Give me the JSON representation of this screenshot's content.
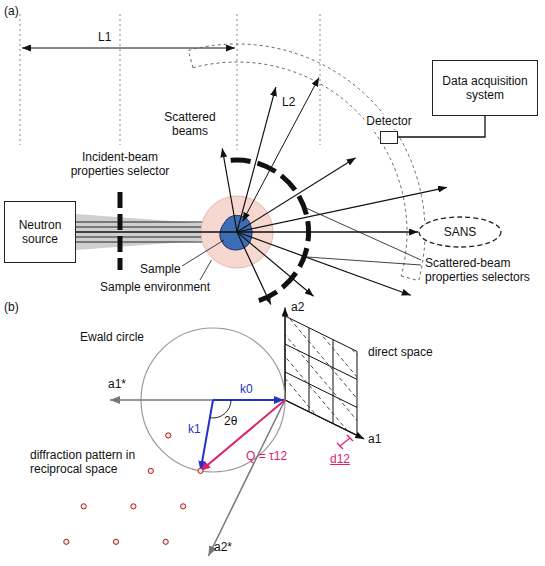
{
  "diagram": {
    "nodes": [
      {
        "text": [
          "Neutron source"
        ]
      },
      {
        "text": [
          "Detector"
        ]
      },
      {
        "text": [
          "Data acquisition system"
        ]
      },
      {
        "text": [
          "SANS"
        ]
      }
    ],
    "edges": [
      {
        "from": 1,
        "to": 2,
        "arrow": "none"
      },
      {
        "from": 0,
        "to": 3,
        "arrow": "to"
      }
    ],
    "labels": [
      "(a)",
      "L1",
      "Incident-beam properties selector",
      "Scattered beams",
      "L2",
      "Sample",
      "Sample environment",
      "Scattered-beam properties selectors",
      "(b)",
      "a2",
      "direct space",
      "Ewald circle",
      "a1*",
      "k0",
      "k1",
      "2θ",
      "Q = τ12",
      "diffraction pattern in reciprocal space",
      "a1",
      "d12",
      "a2*"
    ]
  }
}
